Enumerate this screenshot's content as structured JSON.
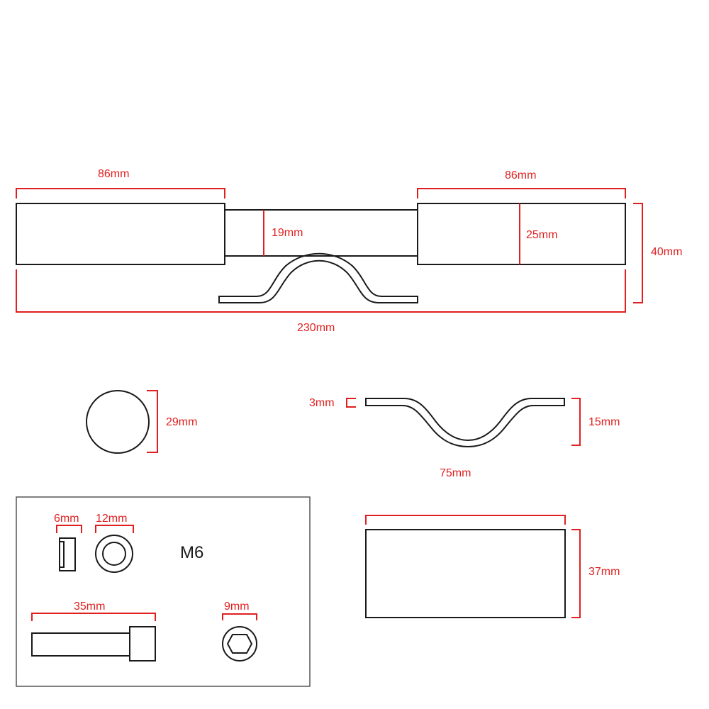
{
  "hinge": {
    "left_barrel_length": "86mm",
    "right_barrel_length": "86mm",
    "pin_diameter": "19mm",
    "barrel_diameter": "25mm",
    "overall_height": "40mm",
    "overall_length": "230mm"
  },
  "end_cap": {
    "diameter": "29mm"
  },
  "strap": {
    "thickness": "3mm",
    "height": "15mm",
    "length": "75mm"
  },
  "fixings": {
    "spacer_width": "6mm",
    "washer_diameter": "12mm",
    "thread_size": "M6",
    "bolt_length": "35mm",
    "bolt_head_size": "9mm"
  },
  "weld_plate": {
    "height": "37mm"
  },
  "colors": {
    "dimension": "#e02020",
    "outline": "#1a1a1a"
  }
}
